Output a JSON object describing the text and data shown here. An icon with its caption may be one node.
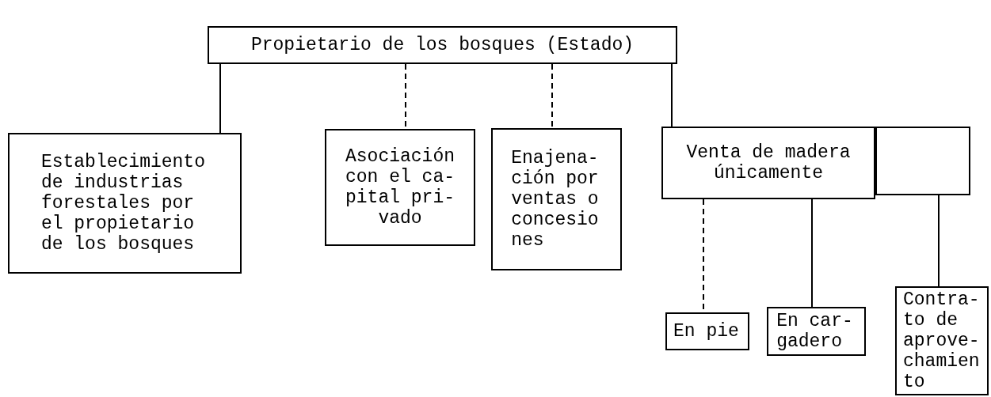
{
  "diagram": {
    "nodes": [
      {
        "text": [
          "Propietario de los bosques (Estado)"
        ]
      },
      {
        "text": [
          "Establecimiento de industrias forestales por el propietario de los bosques"
        ]
      },
      {
        "text": [
          "Asociación con el ca- pital pri- vado"
        ]
      },
      {
        "text": [
          "Enajena- ción por ventas o concesio nes"
        ]
      },
      {
        "text": [
          "Venta de madera únicamente"
        ]
      },
      {
        "text": [],
        "shape": "box"
      },
      {
        "text": [
          "En pie"
        ]
      },
      {
        "text": [
          "En car- gadero"
        ]
      },
      {
        "text": [
          "Contra- to de aprove- chamien to"
        ]
      }
    ],
    "edges": [
      {
        "from": 0,
        "to": 1,
        "arrow": "none"
      },
      {
        "from": 0,
        "to": 2,
        "arrow": "none",
        "style": "dashed"
      },
      {
        "from": 0,
        "to": 3,
        "arrow": "none",
        "style": "dashed"
      },
      {
        "from": 0,
        "to": 4,
        "arrow": "none"
      },
      {
        "from": 4,
        "to": 6,
        "arrow": "none",
        "style": "dashed"
      },
      {
        "from": 4,
        "to": 7,
        "arrow": "none"
      },
      {
        "from": 5,
        "to": 8,
        "arrow": "none"
      }
    ]
  }
}
